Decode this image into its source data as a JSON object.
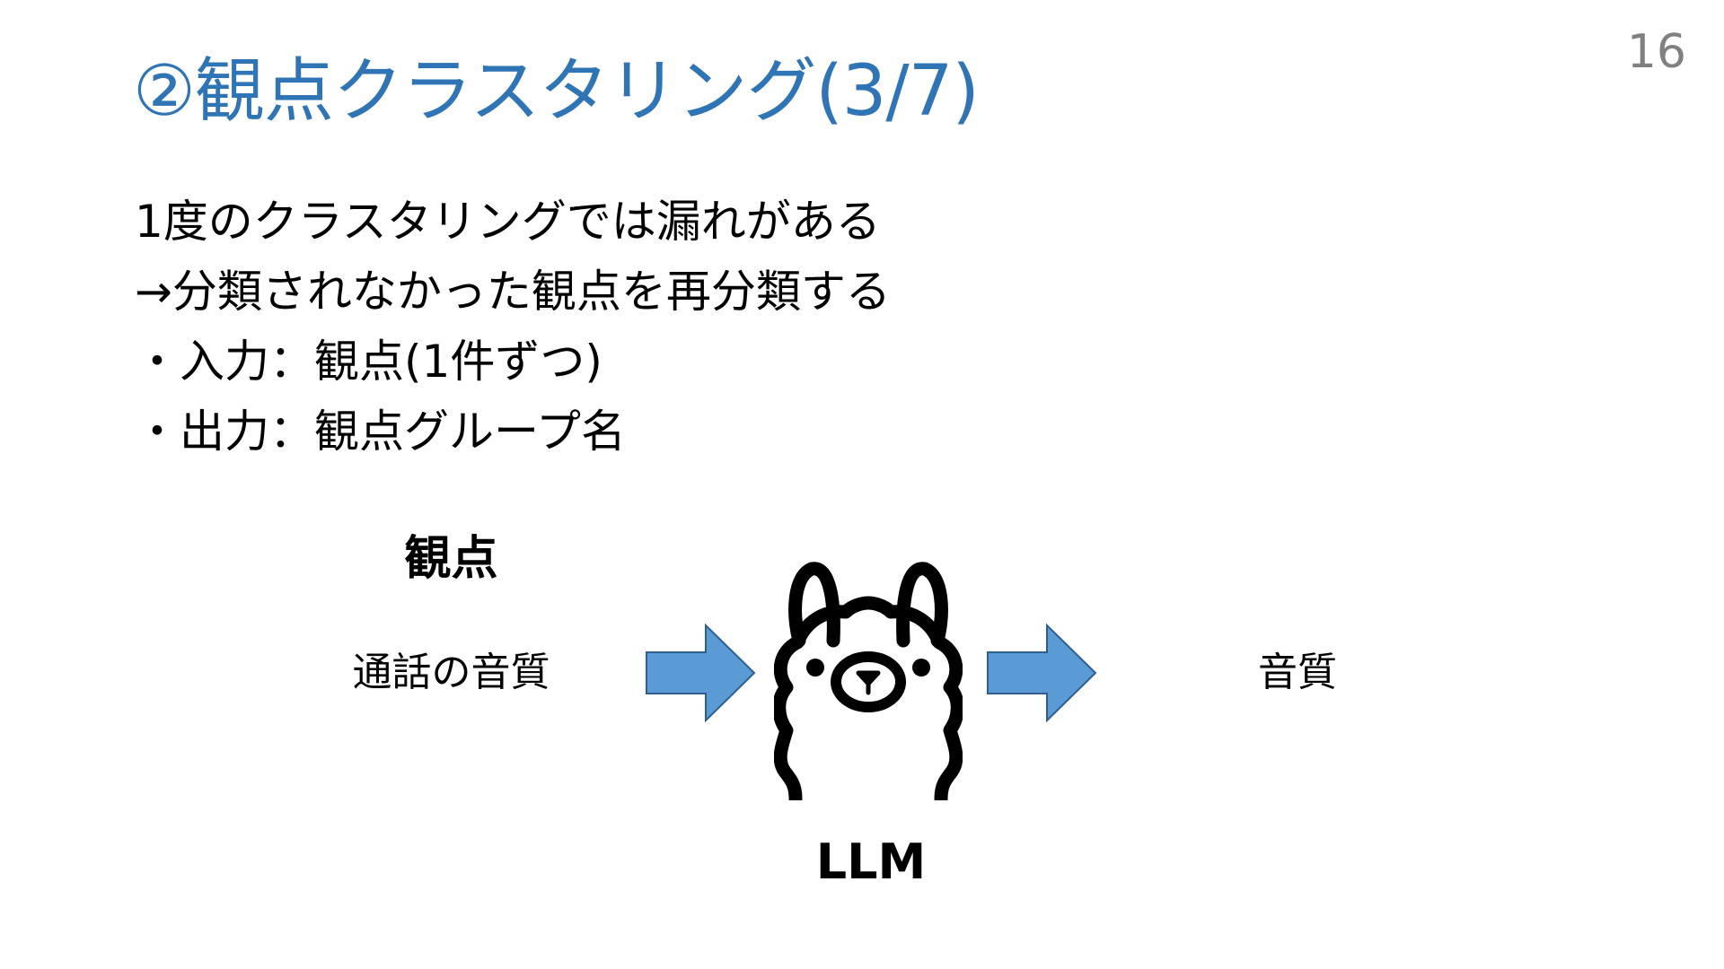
{
  "slide": {
    "title": "②観点クラスタリング(3/7)",
    "page_number": "16",
    "colors": {
      "title": "#2f74b5",
      "arrow_fill": "#5b9bd5",
      "arrow_stroke": "#2f5f8f",
      "page_number": "#808080"
    }
  },
  "body": {
    "lines": [
      "1度のクラスタリングでは漏れがある",
      "→分類されなかった観点を再分類する",
      "・入力：観点(1件ずつ)",
      "・出力：観点グループ名"
    ]
  },
  "diagram": {
    "header": "観点",
    "input": "通話の音質",
    "model_label": "LLM",
    "output": "音質",
    "icons": [
      "arrow-right-icon",
      "llama-icon",
      "arrow-right-icon"
    ]
  }
}
